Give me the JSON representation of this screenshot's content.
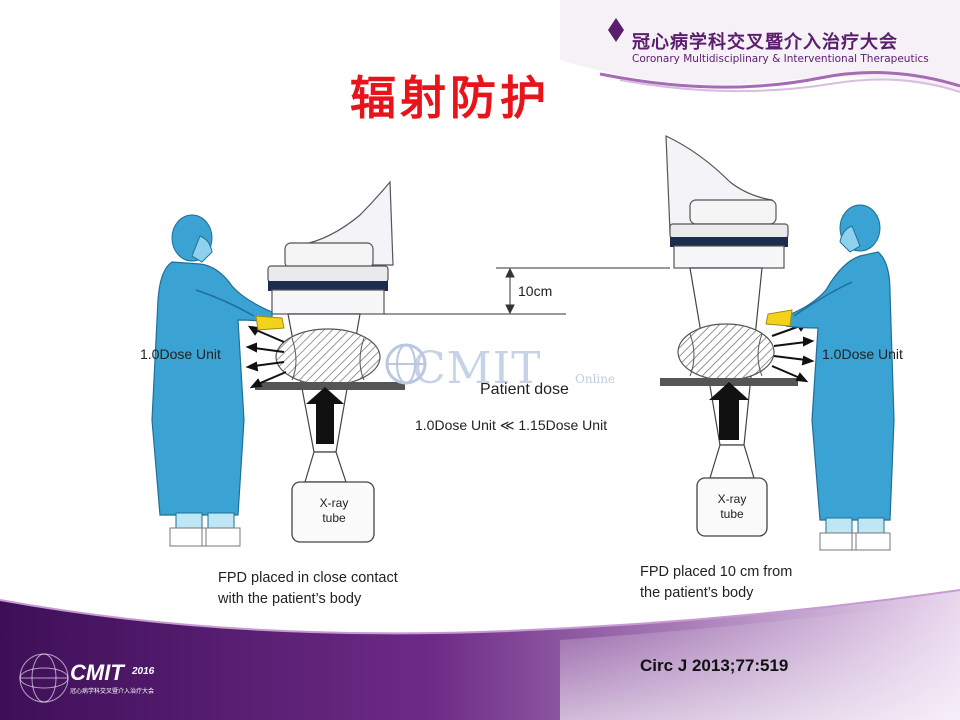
{
  "header": {
    "conference_cn": "冠心病学科交叉暨介入治疗大会",
    "conference_en": "Coronary Multidisciplinary & Interventional Therapeutics"
  },
  "slide": {
    "title": "辐射防护"
  },
  "diagram": {
    "dose_left": "1.0Dose Unit",
    "dose_right": "1.0Dose Unit",
    "distance": "10cm",
    "patient_dose_title": "Patient dose",
    "dose_comparison": "1.0Dose Unit ≪ 1.15Dose Unit",
    "tube_left_line1": "X-ray",
    "tube_left_line2": "tube",
    "tube_right_line1": "X-ray",
    "tube_right_line2": "tube",
    "caption_left_line1": "FPD placed in close contact",
    "caption_left_line2": "with the patient’s body",
    "caption_right_line1": "FPD placed 10 cm from",
    "caption_right_line2": "the patient’s body",
    "watermark": "CMIT",
    "watermark_sub": "Online"
  },
  "footer": {
    "logo": "CMIT",
    "logo_year": "2016",
    "logo_sub": "冠心病学科交叉暨介入治疗大会",
    "citation": "Circ J 2013;77:519"
  },
  "colors": {
    "title": "#e8141c",
    "brand_purple": "#5a1e6e",
    "gown_blue": "#3aa3d4",
    "glove_yellow": "#f2d21b"
  }
}
